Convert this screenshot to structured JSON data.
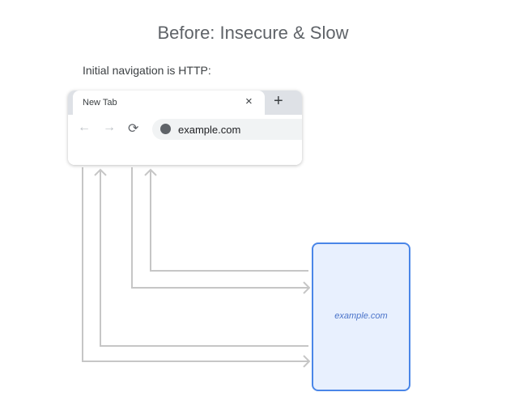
{
  "title": "Before: Insecure & Slow",
  "subtitle": "Initial navigation is HTTP:",
  "browser": {
    "tab_label": "New Tab",
    "close_glyph": "×",
    "new_tab_glyph": "+",
    "back_glyph": "←",
    "forward_glyph": "→",
    "reload_glyph": "⟳",
    "url": "example.com"
  },
  "server": {
    "label": "example.com"
  },
  "colors": {
    "arrow": "#c6c6c6",
    "server_border": "#4a86e8",
    "server_fill": "#e8f0fe"
  }
}
